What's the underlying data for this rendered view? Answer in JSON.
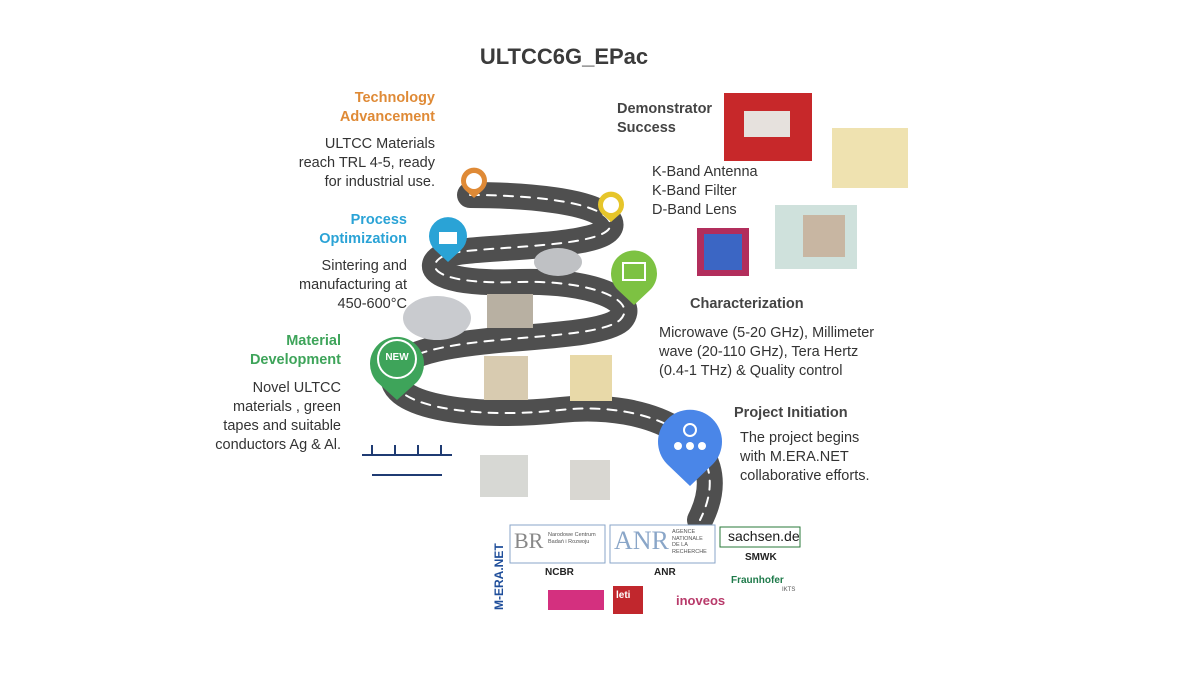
{
  "title": "ULTCC6G_EPac",
  "stages": {
    "technology": {
      "title_line1": "Technology",
      "title_line2": "Advancement",
      "desc": [
        "ULTCC Materials",
        "reach TRL 4-5, ready",
        "for industrial use."
      ],
      "color": "#df8a36",
      "icon": "gear-badge-icon"
    },
    "process": {
      "title_line1": "Process",
      "title_line2": "Optimization",
      "desc": [
        "Sintering and",
        "manufacturing at",
        "450-600°C"
      ],
      "color": "#2aa3d6",
      "icon": "factory-icon"
    },
    "material": {
      "title_line1": "Material",
      "title_line2": "Development",
      "desc": [
        "Novel ULTCC",
        "materials , green",
        "tapes and suitable",
        "conductors Ag & Al."
      ],
      "color": "#3ea45a",
      "icon": "new-badge-icon",
      "badge_text": "NEW"
    },
    "demonstrator": {
      "title_line1": "Demonstrator",
      "title_line2": "Success",
      "items": [
        "K-Band Antenna",
        "K-Band Filter",
        "D-Band Lens"
      ],
      "color": "#e6c52a",
      "icon": "trophy-icon"
    },
    "characterization": {
      "title": "Characterization",
      "desc": [
        "Microwave (5-20 GHz), Millimeter",
        "wave (20-110 GHz), Tera Hertz",
        "(0.4-1 THz) & Quality control"
      ],
      "color": "#7dc242",
      "icon": "chart-window-icon"
    },
    "initiation": {
      "title": "Project Initiation",
      "desc": [
        "The project begins",
        "with M.ERA.NET",
        "collaborative efforts."
      ],
      "color": "#4a86e8",
      "icon": "team-idea-icon"
    }
  },
  "logos": {
    "meranet": "M-ERA.NET",
    "ncbr_label": "NCBR",
    "ncbr_text": [
      "Narodowe Centrum",
      "Badań i Rozwoju"
    ],
    "anr_label": "ANR",
    "anr_mark": "ANR",
    "anr_text": [
      "AGENCE",
      "NATIONALE",
      "DE LA",
      "RECHERCHE"
    ],
    "sachsen": "sachsen.de",
    "smwk": "SMWK",
    "fraunhofer": "Fraunhofer",
    "fraunhofer_sub": "IKTS",
    "leti": "leti",
    "inoveos": "inoveos"
  }
}
